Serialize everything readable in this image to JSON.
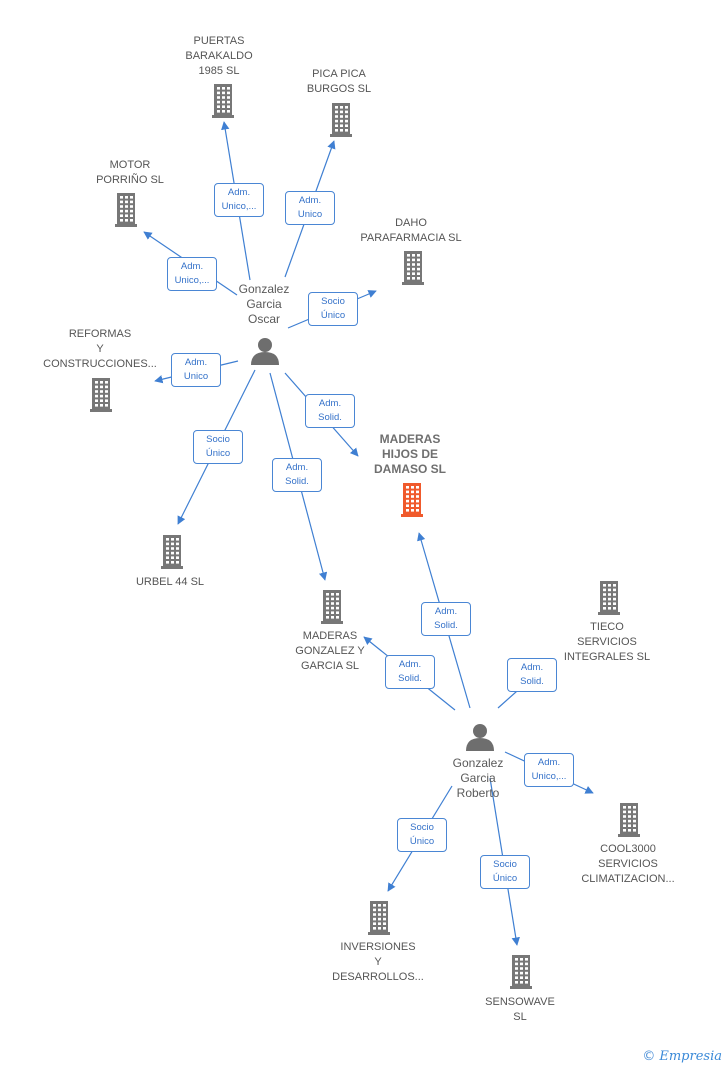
{
  "colors": {
    "edge": "#3f7fd2",
    "building": "#777777",
    "focus_building": "#f05a2c",
    "person": "#6e6e6e"
  },
  "nodes": [
    {
      "id": "puertas",
      "label": [
        "PUERTAS",
        "BARAKALDO",
        "1985  SL"
      ],
      "kind": "company"
    },
    {
      "id": "pica",
      "label": [
        "PICA PICA",
        "BURGOS  SL"
      ],
      "kind": "company"
    },
    {
      "id": "motor",
      "label": [
        "MOTOR",
        "PORRIÑO SL"
      ],
      "kind": "company"
    },
    {
      "id": "daho",
      "label": [
        "DAHO",
        "PARAFARMACIA SL"
      ],
      "kind": "company"
    },
    {
      "id": "reformas",
      "label": [
        "REFORMAS",
        "Y",
        "CONSTRUCCIONES..."
      ],
      "kind": "company"
    },
    {
      "id": "oscar",
      "label": [
        "Gonzalez",
        "Garcia",
        "Oscar"
      ],
      "kind": "person"
    },
    {
      "id": "maderas_damaso",
      "label": [
        "MADERAS",
        "HIJOS DE",
        "DAMASO  SL"
      ],
      "kind": "focus"
    },
    {
      "id": "urbel",
      "label": [
        "URBEL 44 SL"
      ],
      "kind": "company"
    },
    {
      "id": "maderas_gonzalez",
      "label": [
        "MADERAS",
        "GONZALEZ Y",
        "GARCIA SL"
      ],
      "kind": "company"
    },
    {
      "id": "tieco",
      "label": [
        "TIECO",
        "SERVICIOS",
        "INTEGRALES SL"
      ],
      "kind": "company"
    },
    {
      "id": "roberto",
      "label": [
        "Gonzalez",
        "Garcia",
        "Roberto"
      ],
      "kind": "person"
    },
    {
      "id": "cool3000",
      "label": [
        "COOL3000",
        "SERVICIOS",
        "CLIMATIZACION..."
      ],
      "kind": "company"
    },
    {
      "id": "inversiones",
      "label": [
        "INVERSIONES",
        "Y",
        "DESARROLLOS..."
      ],
      "kind": "company"
    },
    {
      "id": "sensowave",
      "label": [
        "SENSOWAVE",
        "SL"
      ],
      "kind": "company"
    }
  ],
  "edges": [
    {
      "from": "oscar",
      "to": "puertas",
      "label": [
        "Adm.",
        "Unico,..."
      ]
    },
    {
      "from": "oscar",
      "to": "pica",
      "label": [
        "Adm.",
        "Unico"
      ]
    },
    {
      "from": "oscar",
      "to": "motor",
      "label": [
        "Adm.",
        "Unico,..."
      ]
    },
    {
      "from": "oscar",
      "to": "daho",
      "label": [
        "Socio",
        "Único"
      ]
    },
    {
      "from": "oscar",
      "to": "reformas",
      "label": [
        "Adm.",
        "Unico"
      ]
    },
    {
      "from": "oscar",
      "to": "maderas_damaso",
      "label": [
        "Adm.",
        "Solid."
      ]
    },
    {
      "from": "oscar",
      "to": "urbel",
      "label": [
        "Socio",
        "Único"
      ]
    },
    {
      "from": "oscar",
      "to": "maderas_gonzalez",
      "label": [
        "Adm.",
        "Solid."
      ]
    },
    {
      "from": "roberto",
      "to": "maderas_damaso",
      "label": [
        "Adm.",
        "Solid."
      ]
    },
    {
      "from": "roberto",
      "to": "maderas_gonzalez",
      "label": [
        "Adm.",
        "Solid."
      ]
    },
    {
      "from": "roberto",
      "to": "tieco",
      "label": [
        "Adm.",
        "Solid."
      ]
    },
    {
      "from": "roberto",
      "to": "cool3000",
      "label": [
        "Adm.",
        "Unico,..."
      ]
    },
    {
      "from": "roberto",
      "to": "inversiones",
      "label": [
        "Socio",
        "Único"
      ]
    },
    {
      "from": "roberto",
      "to": "sensowave",
      "label": [
        "Socio",
        "Único"
      ]
    }
  ],
  "footer": {
    "copyright": "©",
    "brand": "Empresia"
  }
}
